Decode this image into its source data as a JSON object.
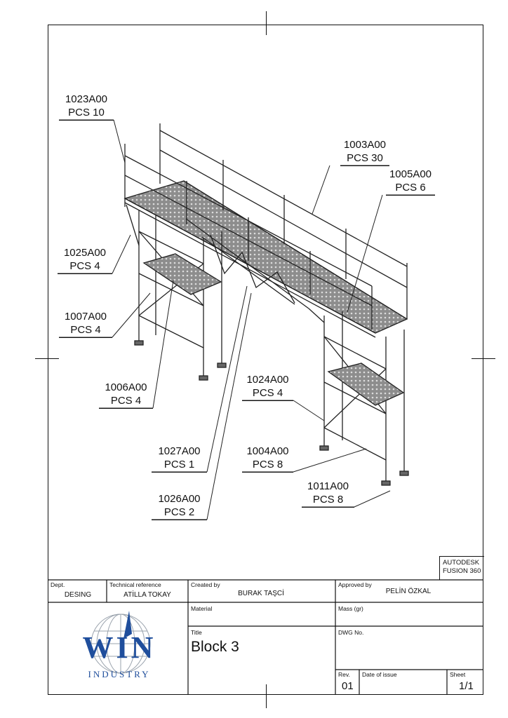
{
  "callouts": [
    {
      "code": "1023A00",
      "qty": "PCS 10"
    },
    {
      "code": "1003A00",
      "qty": "PCS 30"
    },
    {
      "code": "1005A00",
      "qty": "PCS 6"
    },
    {
      "code": "1025A00",
      "qty": "PCS 4"
    },
    {
      "code": "1007A00",
      "qty": "PCS 4"
    },
    {
      "code": "1006A00",
      "qty": "PCS 4"
    },
    {
      "code": "1024A00",
      "qty": "PCS 4"
    },
    {
      "code": "1027A00",
      "qty": "PCS 1"
    },
    {
      "code": "1004A00",
      "qty": "PCS 8"
    },
    {
      "code": "1026A00",
      "qty": "PCS 2"
    },
    {
      "code": "1011A00",
      "qty": "PCS 8"
    }
  ],
  "software": {
    "line1": "AUTODESK",
    "line2": "FUSION  360"
  },
  "title_block": {
    "dept_label": "Dept.",
    "dept_value": "DESING",
    "techref_label": "Technical reference",
    "techref_value": "ATİLLA TOKAY",
    "created_label": "Created by",
    "created_value": "BURAK TAŞCİ",
    "approved_label": "Approved by",
    "approved_value": "PELİN ÖZKAL",
    "material_label": "Material",
    "mass_label": "Mass (gr)",
    "title_label": "Title",
    "title_value": "Block 3",
    "dwg_label": "DWG No.",
    "rev_label": "Rev.",
    "rev_value": "01",
    "date_label": "Date of issue",
    "sheet_label": "Sheet",
    "sheet_value": "1/1"
  },
  "logo": {
    "brand": "WIN",
    "sub": "INDUSTRY"
  },
  "colors": {
    "line": "#111111",
    "logo_blue": "#1f4e9c",
    "logo_grey": "#9aa3ad"
  }
}
